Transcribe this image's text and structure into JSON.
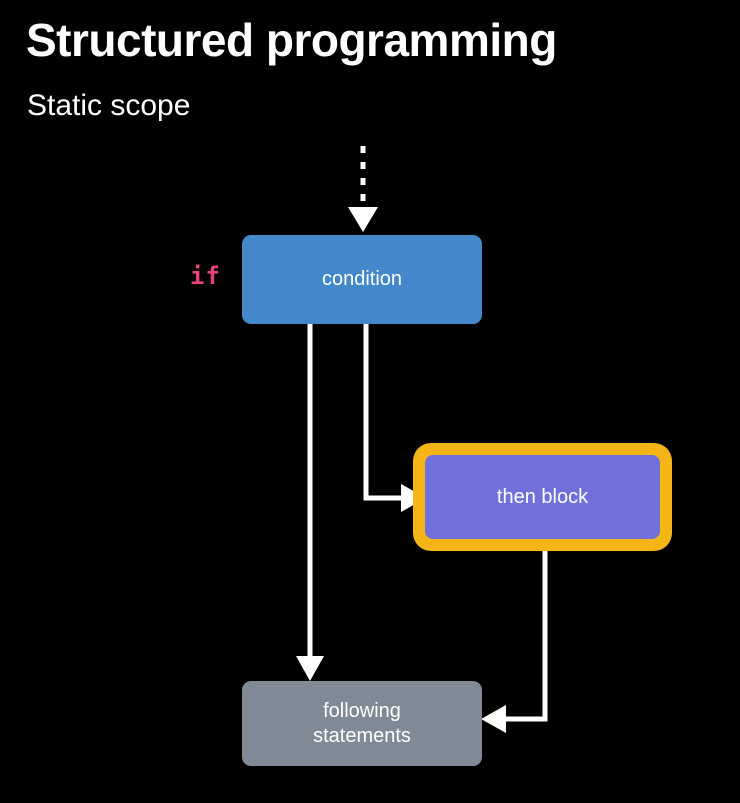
{
  "header": {
    "title": "Structured programming",
    "subtitle": "Static scope"
  },
  "colors": {
    "background": "#000000",
    "condition_fill": "#4288ca",
    "then_block_fill": "#7070db",
    "then_block_highlight_border": "#f5b517",
    "following_fill": "#808a96",
    "edge": "#ffffff",
    "keyword": "#e8417f",
    "text": "#ffffff"
  },
  "diagram": {
    "type": "control-flow-graph",
    "keyword_label": "if",
    "nodes": [
      {
        "id": "condition",
        "label": "condition",
        "shape": "rounded-rect",
        "fill": "#4288ca"
      },
      {
        "id": "then-block",
        "label": "then block",
        "shape": "rounded-rect",
        "fill": "#7070db",
        "highlighted": true,
        "highlight_color": "#f5b517"
      },
      {
        "id": "following",
        "label": "following\nstatements",
        "label_line1": "following",
        "label_line2": "statements",
        "shape": "rounded-rect",
        "fill": "#808a96"
      }
    ],
    "edges": [
      {
        "id": "entry-to-condition",
        "from": "entry",
        "to": "condition",
        "style": "dashed",
        "arrow": true
      },
      {
        "id": "condition-to-following",
        "from": "condition",
        "to": "following",
        "style": "solid",
        "arrow": true
      },
      {
        "id": "condition-to-then-block",
        "from": "condition",
        "to": "then-block",
        "style": "solid",
        "arrow": true
      },
      {
        "id": "then-block-to-following",
        "from": "then-block",
        "to": "following",
        "style": "solid",
        "arrow": true
      }
    ]
  }
}
